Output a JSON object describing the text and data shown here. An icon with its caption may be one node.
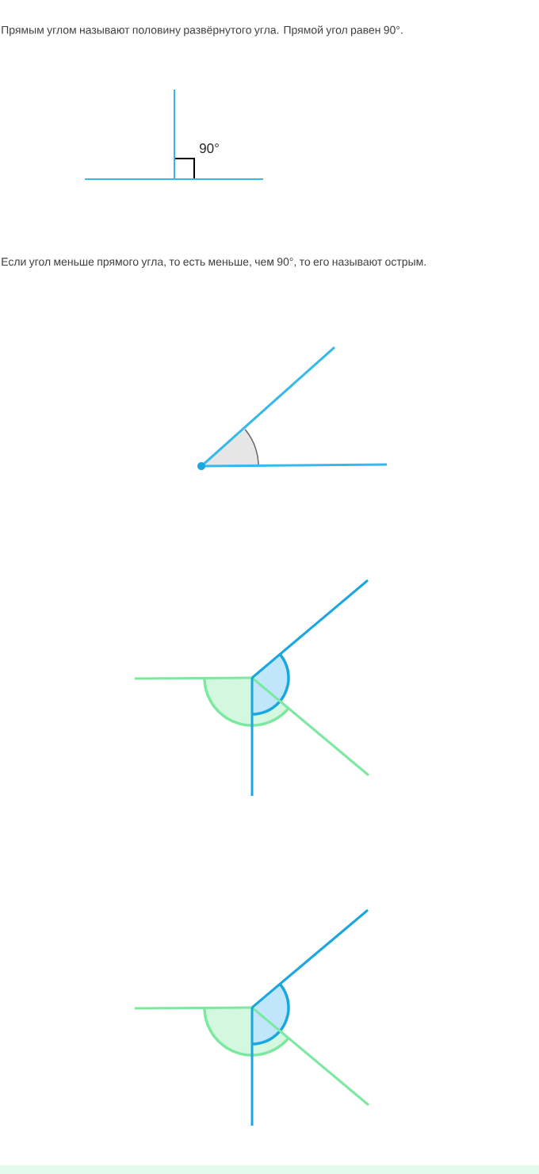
{
  "diagram": {
    "labels": [
      "Прямым углом называют половину развёрнутого угла. Прямой угол равен 90°.",
      "90°",
      "Если угол меньше прямого угла, то есть меньше, чем 90°, то его называют острым."
    ]
  }
}
